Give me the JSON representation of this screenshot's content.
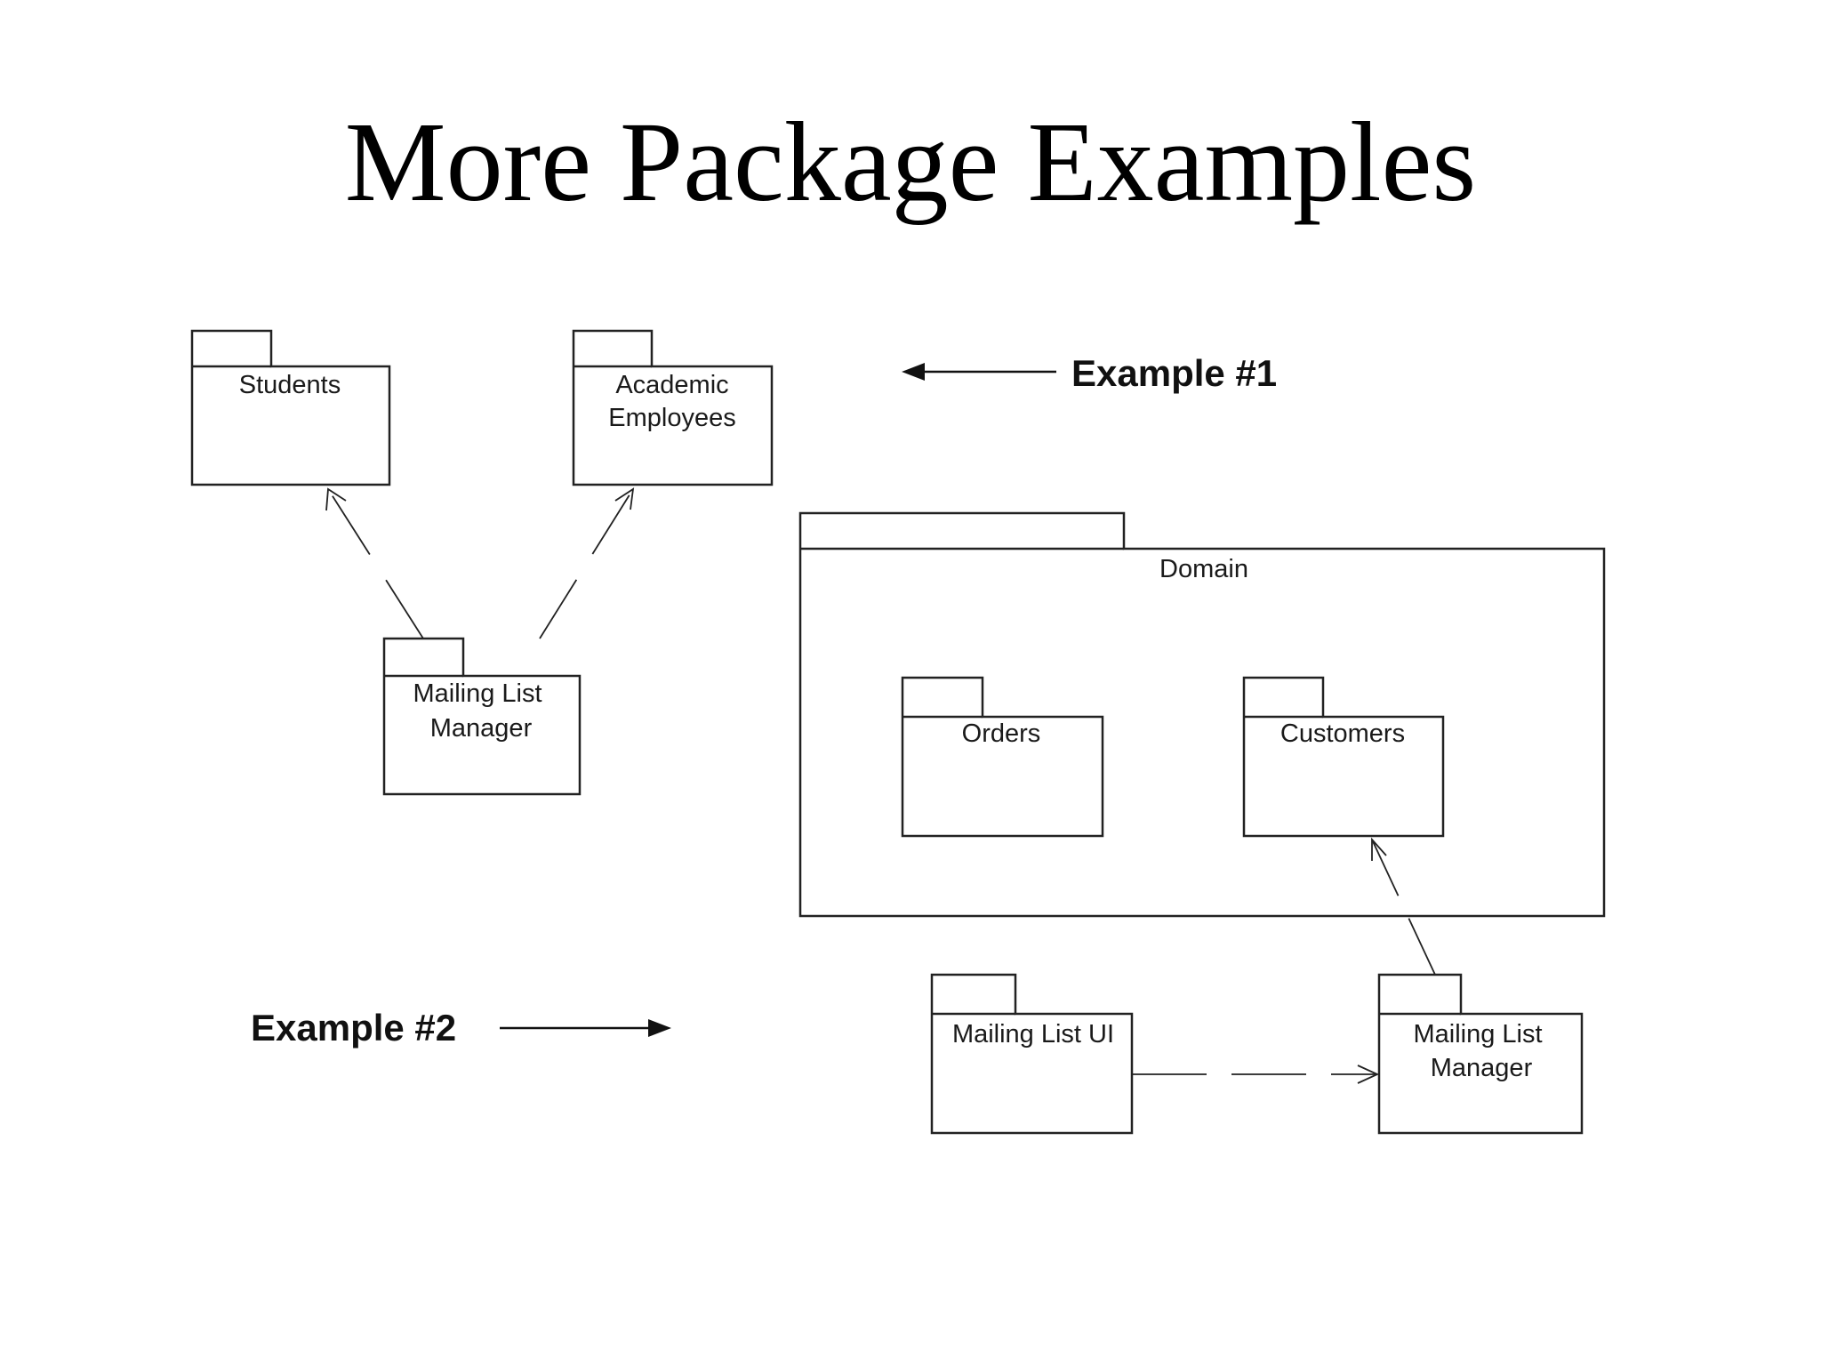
{
  "slide": {
    "title": "More Package Examples"
  },
  "example1": {
    "label": "Example #1",
    "packages": {
      "students": "Students",
      "academic_employees": [
        "Academic",
        "Employees"
      ],
      "mailing_list_manager": [
        "Mailing List",
        "Manager"
      ]
    }
  },
  "example2": {
    "label": "Example #2",
    "packages": {
      "domain": "Domain",
      "orders": "Orders",
      "customers": "Customers",
      "mailing_list_ui": "Mailing List UI",
      "mailing_list_manager": [
        "Mailing List",
        "Manager"
      ]
    }
  }
}
